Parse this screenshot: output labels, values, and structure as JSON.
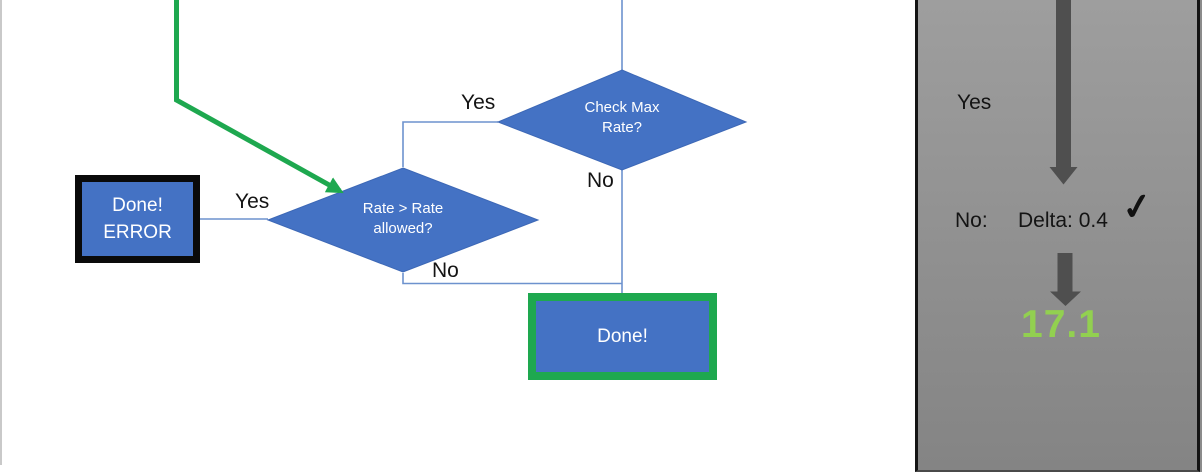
{
  "colors": {
    "blue": "#4472C4",
    "blue-stroke": "#3d68b6",
    "connector": "#6d92ce",
    "green": "#1ea84f",
    "result-green": "#92D050",
    "arrow-gray": "#4f4f4f",
    "panel-top": "#9e9e9e",
    "panel-bottom": "#848484"
  },
  "flowchart": {
    "check_max_rate": {
      "line1": "Check Max",
      "line2": "Rate?",
      "yes_label": "Yes",
      "no_label": "No"
    },
    "rate_allowed": {
      "line1": "Rate > Rate",
      "line2": "allowed?",
      "yes_label": "Yes",
      "no_label": "No"
    },
    "done_error": {
      "line1": "Done!",
      "line2": "ERROR"
    },
    "done": {
      "label": "Done!"
    }
  },
  "side_panel": {
    "yes_label": "Yes",
    "no_label": "No:",
    "delta_label": "Delta: 0.4",
    "check_icon": "✓",
    "result_value": "17.1"
  }
}
